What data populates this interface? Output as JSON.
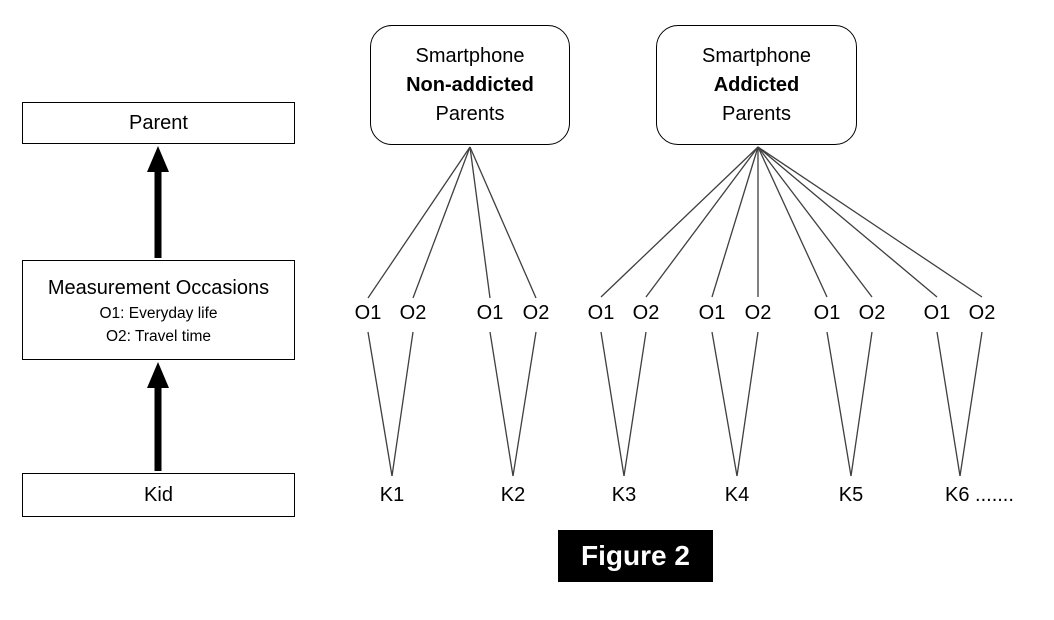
{
  "left_panel": {
    "parent_label": "Parent",
    "occasions_title": "Measurement Occasions",
    "occasions_items": [
      "O1: Everyday life",
      "O2: Travel time"
    ],
    "kid_label": "Kid"
  },
  "groups": [
    {
      "line1": "Smartphone",
      "line2": "Non-addicted",
      "line3": "Parents"
    },
    {
      "line1": "Smartphone",
      "line2": "Addicted",
      "line3": "Parents"
    }
  ],
  "units": [
    {
      "o1": "O1",
      "o2": "O2",
      "kid": "K1"
    },
    {
      "o1": "O1",
      "o2": "O2",
      "kid": "K2"
    },
    {
      "o1": "O1",
      "o2": "O2",
      "kid": "K3"
    },
    {
      "o1": "O1",
      "o2": "O2",
      "kid": "K4"
    },
    {
      "o1": "O1",
      "o2": "O2",
      "kid": "K5"
    },
    {
      "o1": "O1",
      "o2": "O2",
      "kid": "K6 ......."
    }
  ],
  "caption": "Figure 2",
  "colors": {
    "box_border": "#000000",
    "connector_line": "#3f3f3f",
    "arrow": "#000000",
    "caption_bg": "#000000",
    "caption_fg": "#ffffff"
  }
}
